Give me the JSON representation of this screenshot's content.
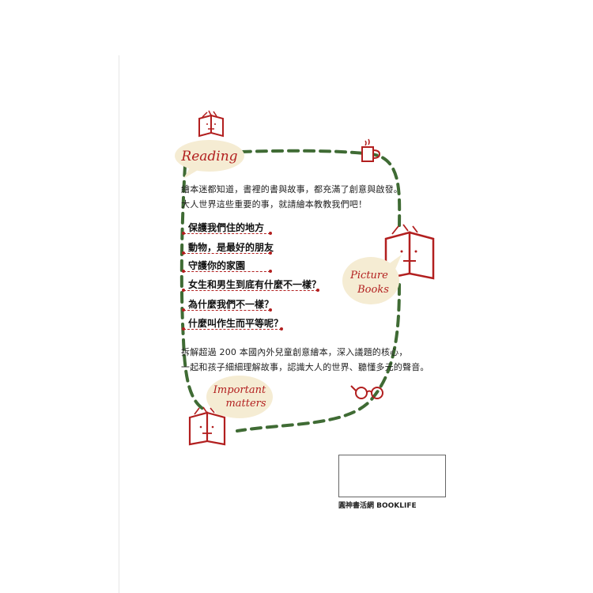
{
  "labels": {
    "reading": "Reading",
    "picture": "Picture",
    "books": "Books",
    "important": "Important",
    "matters": "matters"
  },
  "intro": {
    "line1": "繪本迷都知道，書裡的書與故事，都充滿了創意與啟發。",
    "line2": "大人世界這些重要的事，就請繪本教教我們吧！"
  },
  "topics": [
    "保護我們住的地方",
    "動物，是最好的朋友",
    "守護你的家園",
    "女生和男生到底有什麼不一樣？",
    "為什麼我們不一樣？",
    "什麼叫作生而平等呢？"
  ],
  "outro": {
    "line1": "拆解超過 200 本國內外兒童創意繪本，深入議題的核心，",
    "line2": "一起和孩子細細理解故事，認識大人的世界、聽懂多元的聲音。"
  },
  "publisher": "圓神書活網 BOOKLIFE",
  "icons": [
    "book-face-icon",
    "coffee-mug-icon",
    "glasses-icon"
  ],
  "colors": {
    "accent_red": "#b21f1f",
    "dash_green": "#3f6b34",
    "bubble_cream": "#f5ecd3"
  }
}
